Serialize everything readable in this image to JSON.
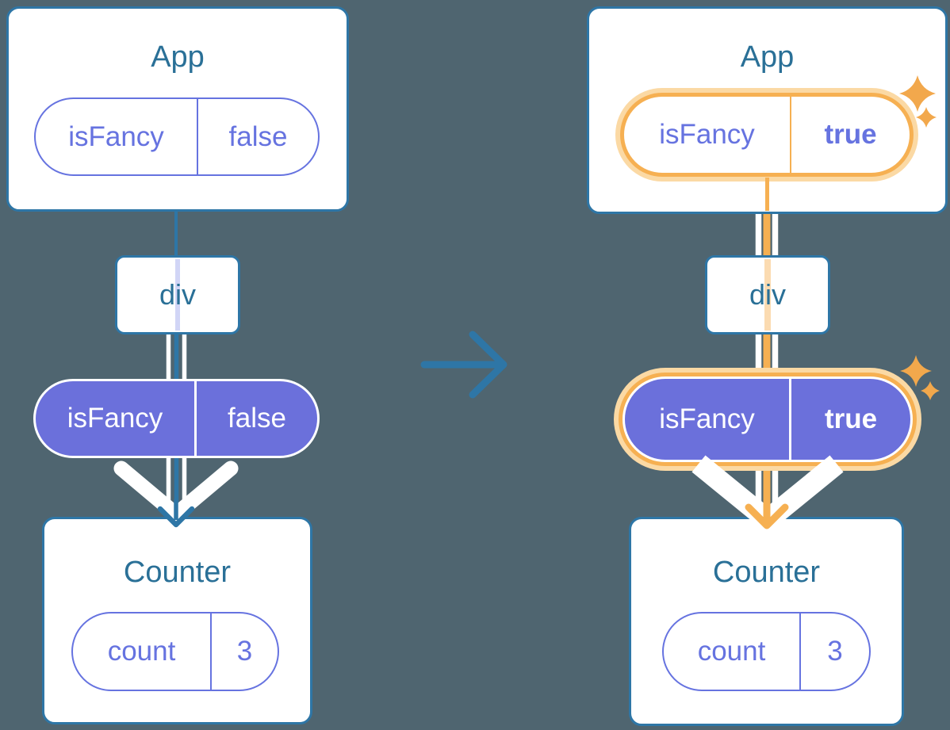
{
  "background": "#4F6570",
  "palette": {
    "card_border": "#2E76A6",
    "title_text": "#2A7097",
    "purple_fill": "#6B70DB",
    "purple_outline": "#6673E0",
    "highlight_orange": "#F6B052",
    "highlight_glow": "#FBD9A4",
    "sparkle": "#F2A84C",
    "pipe_white": "#FFFFFF"
  },
  "transition": {
    "direction": "right"
  },
  "before": {
    "app": {
      "title": "App",
      "prop_name": "isFancy",
      "prop_value": "false"
    },
    "container": {
      "label": "div"
    },
    "passed_prop": {
      "name": "isFancy",
      "value": "false"
    },
    "counter": {
      "title": "Counter",
      "state_name": "count",
      "state_value": "3"
    }
  },
  "after": {
    "app": {
      "title": "App",
      "prop_name": "isFancy",
      "prop_value": "true"
    },
    "container": {
      "label": "div"
    },
    "passed_prop": {
      "name": "isFancy",
      "value": "true"
    },
    "counter": {
      "title": "Counter",
      "state_name": "count",
      "state_value": "3"
    }
  }
}
